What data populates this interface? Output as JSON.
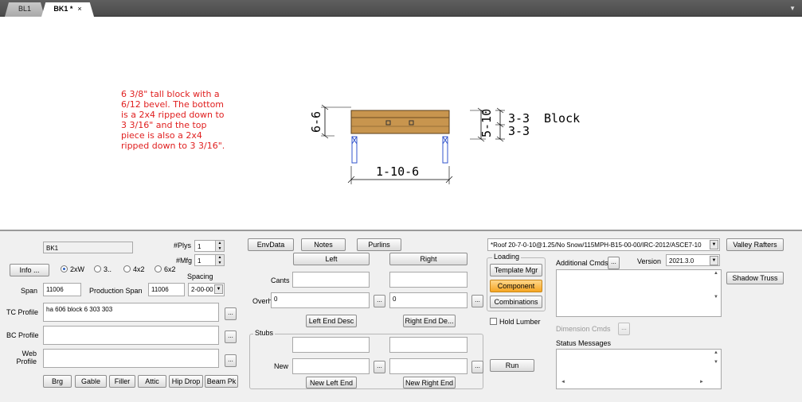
{
  "tabs": [
    {
      "label": "BL1"
    },
    {
      "label": "BK1 *",
      "close": "×"
    }
  ],
  "tab_dropdown_icon": "▼",
  "drawing": {
    "note": "6 3/8\" tall block with a  6/12 bevel. The bottom is a 2x4 ripped down to 3 3/16\" and the top piece is also a 2x4 ripped down to 3 3/16\".",
    "dim_left_height": "6-6",
    "dim_right_height": "5-10",
    "dim_right_top": "3-3",
    "dim_right_bottom": "3-3",
    "block_label": "Block",
    "dim_span": "1-10-6",
    "lumber_color": "#c8954e",
    "note_color": "#e02020"
  },
  "form": {
    "name_value": "BK1",
    "plys_label": "#Plys",
    "plys_value": "1",
    "mfg_label": "#Mfg",
    "mfg_value": "1",
    "spacing_label": "Spacing",
    "spacing_value": "2-00-00",
    "info_button": "Info ...",
    "radio_2xw": "2xW",
    "radio_3": "3..",
    "radio_4x2": "4x2",
    "radio_6x2": "6x2",
    "span_label": "Span",
    "span_value": "11006",
    "production_span_label": "Production Span",
    "production_span_value": "11006",
    "tc_profile_label": "TC Profile",
    "tc_profile_value": "ha 606 block 6 303 303",
    "bc_profile_label": "BC Profile",
    "web_profile_label": "Web Profile",
    "dots_label": "...",
    "bottom_buttons": [
      "Brg",
      "Gable",
      "Filler",
      "Attic",
      "Hip Drop",
      "Beam Pk"
    ]
  },
  "middle": {
    "envdata_button": "EnvData",
    "notes_button": "Notes",
    "purlins_button": "Purlins",
    "left_header": "Left",
    "right_header": "Right",
    "cants_label": "Cants",
    "overhangs_label": "Overhangs",
    "overhang_left_value": "0",
    "overhang_right_value": "0",
    "left_end_desc_button": "Left End Desc",
    "right_end_desc_button": "Right End De...",
    "stubs_label": "Stubs",
    "new_label": "New",
    "new_left_end_button": "New Left End",
    "new_right_end_button": "New Right End"
  },
  "right": {
    "loading_select_value": "*Roof 20-7-0-10@1.25/No Snow/115MPH-B15-00-00/IRC-2012/ASCE7-10",
    "loading_group_label": "Loading",
    "template_mgr_button": "Template Mgr",
    "component_button": "Component",
    "combinations_button": "Combinations",
    "hold_lumber_label": "Hold Lumber",
    "run_button": "Run",
    "additional_cmds_label": "Additional Cmds",
    "version_label": "Version",
    "version_value": "2021.3.0",
    "dimension_cmds_label": "Dimension Cmds",
    "status_messages_label": "Status Messages",
    "valley_rafters_button": "Valley Rafters",
    "shadow_truss_button": "Shadow Truss"
  }
}
